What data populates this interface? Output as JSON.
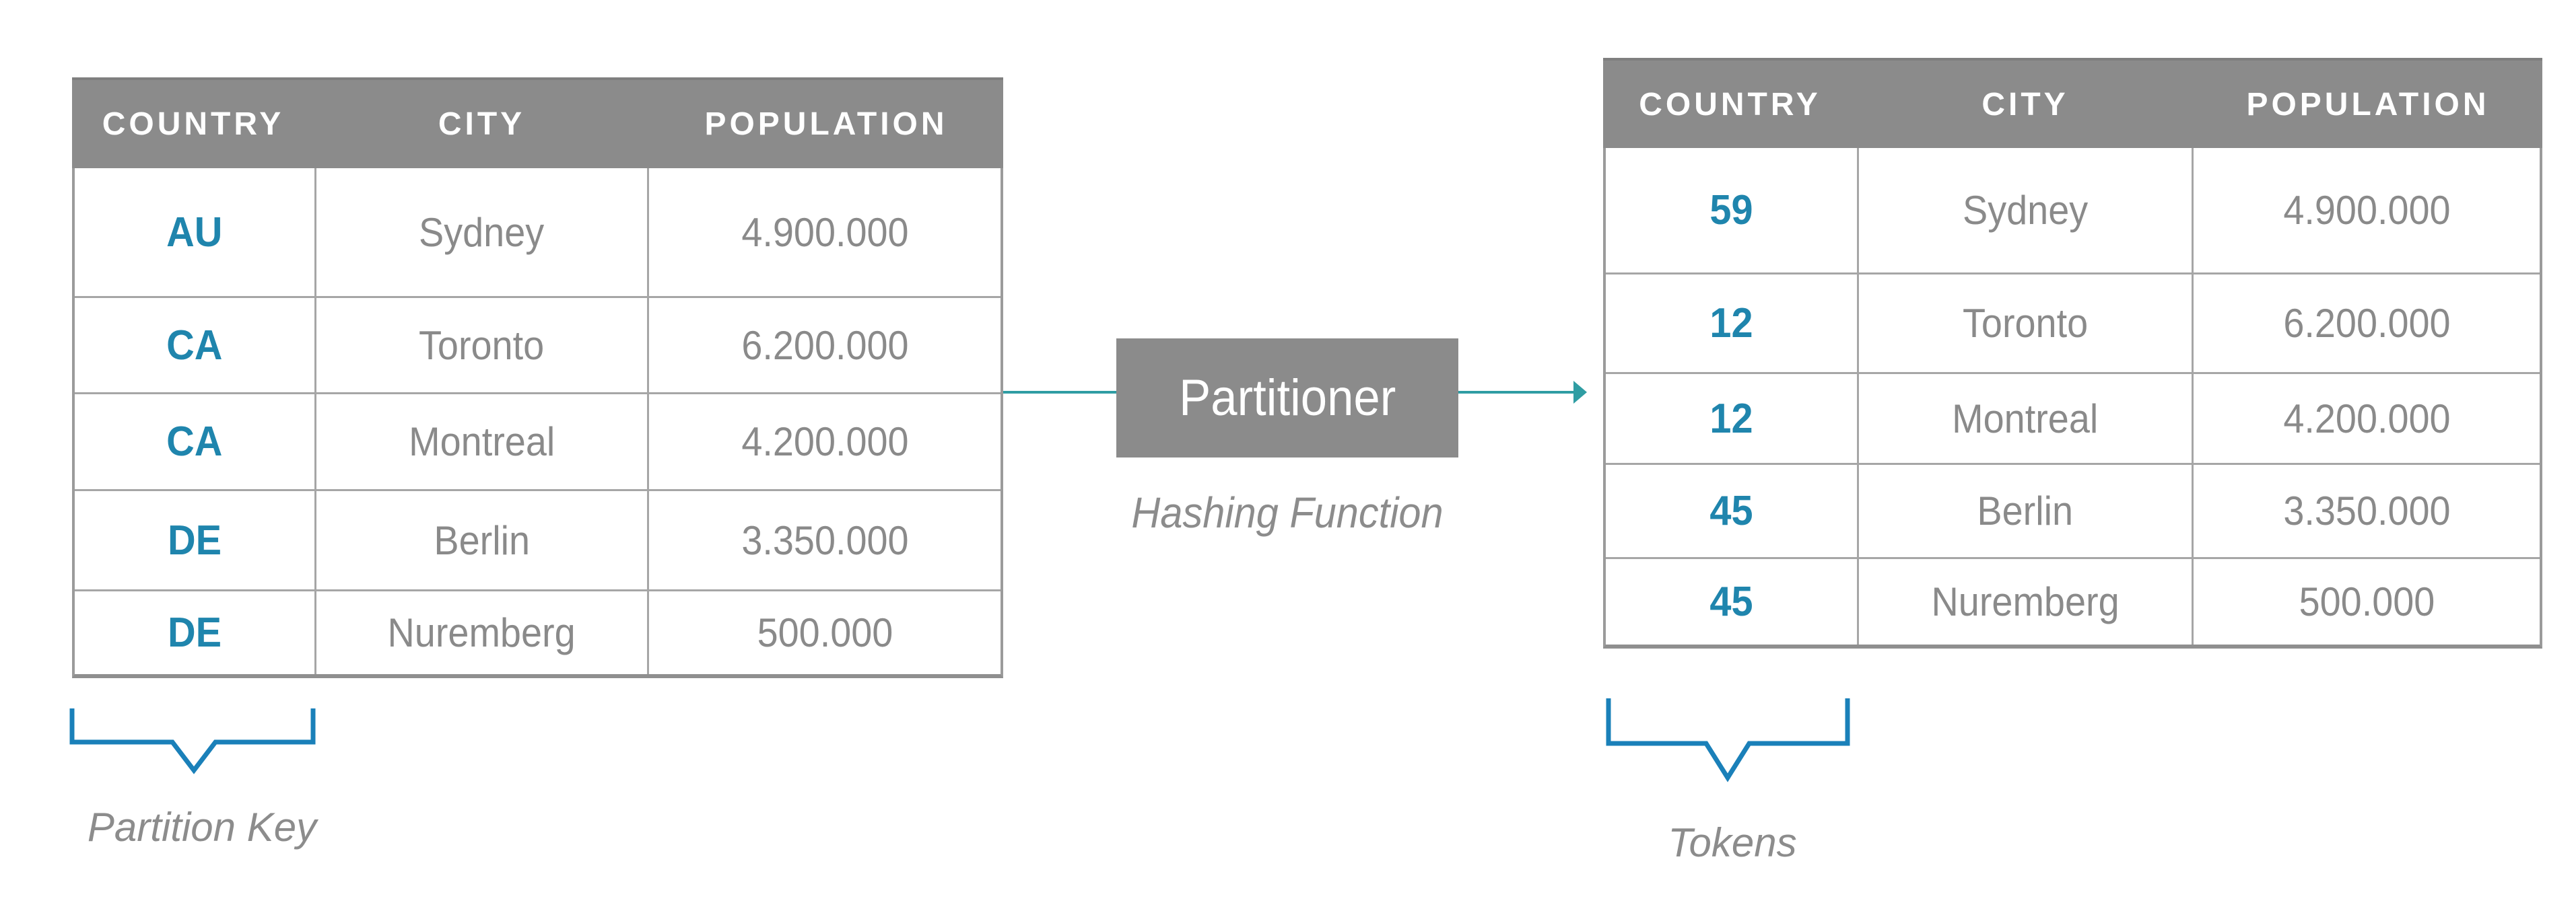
{
  "left_table": {
    "headers": [
      "COUNTRY",
      "CITY",
      "POPULATION"
    ],
    "rows": [
      {
        "country": "AU",
        "city": "Sydney",
        "population": "4.900.000"
      },
      {
        "country": "CA",
        "city": "Toronto",
        "population": "6.200.000"
      },
      {
        "country": "CA",
        "city": "Montreal",
        "population": "4.200.000"
      },
      {
        "country": "DE",
        "city": "Berlin",
        "population": "3.350.000"
      },
      {
        "country": "DE",
        "city": "Nuremberg",
        "population": "500.000"
      }
    ],
    "caption": "Partition Key"
  },
  "right_table": {
    "headers": [
      "COUNTRY",
      "CITY",
      "POPULATION"
    ],
    "rows": [
      {
        "country": "59",
        "city": "Sydney",
        "population": "4.900.000"
      },
      {
        "country": "12",
        "city": "Toronto",
        "population": "6.200.000"
      },
      {
        "country": "12",
        "city": "Montreal",
        "population": "4.200.000"
      },
      {
        "country": "45",
        "city": "Berlin",
        "population": "3.350.000"
      },
      {
        "country": "45",
        "city": "Nuremberg",
        "population": "500.000"
      }
    ],
    "caption": "Tokens"
  },
  "flow": {
    "box_label": "Partitioner",
    "box_sublabel": "Hashing Function"
  },
  "colors": {
    "header_gray": "#8B8B8B",
    "box_gray": "#8B8B8B",
    "cell_text_gray": "#8A8A8A",
    "caption_gray": "#8C8C8C",
    "country_code_blue": "#1F85AD",
    "bracket_blue": "#1A80B9",
    "arrow_teal": "#2F9DA3",
    "border_gray": "#A6A6A6"
  }
}
